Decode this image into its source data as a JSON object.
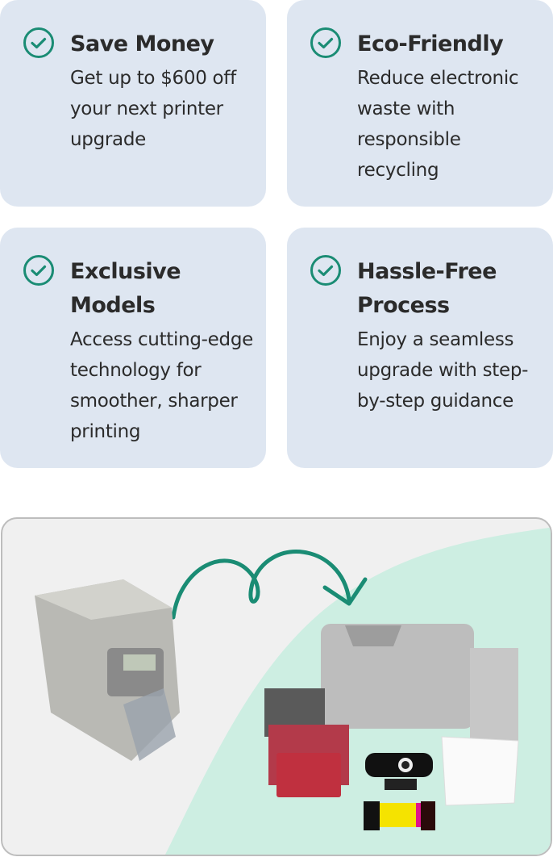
{
  "benefits": [
    {
      "title": "Save Money",
      "description": "Get up to $600 off your next printer upgrade",
      "icon": "check-circle-icon"
    },
    {
      "title": "Eco-Friendly",
      "description": "Reduce electronic waste with responsible recycling",
      "icon": "check-circle-icon"
    },
    {
      "title": "Exclusive Models",
      "description": "Access cutting-edge technology for smoother, sharper printing",
      "icon": "check-circle-icon"
    },
    {
      "title": "Hassle-Free Process",
      "description": "Enjoy a seamless upgrade with step-by-step guidance",
      "icon": "check-circle-icon"
    }
  ],
  "colors": {
    "accent": "#1a8c74",
    "card_bg": "#dee6f1",
    "panel_green": "#cdeee2"
  }
}
